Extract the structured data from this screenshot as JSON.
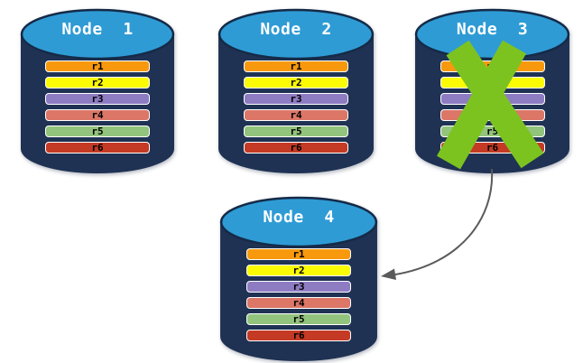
{
  "diagram": {
    "description": "Replicated database nodes; failed node data transferred to new node",
    "nodes": [
      {
        "title": "Node  1",
        "failed": false
      },
      {
        "title": "Node  2",
        "failed": false
      },
      {
        "title": "Node  3",
        "failed": true
      },
      {
        "title": "Node  4",
        "failed": false
      }
    ],
    "replica_set": [
      {
        "label": "r1",
        "color": "#F8990D"
      },
      {
        "label": "r2",
        "color": "#FBFB04"
      },
      {
        "label": "r3",
        "color": "#8E7CC3"
      },
      {
        "label": "r4",
        "color": "#DC7667"
      },
      {
        "label": "r5",
        "color": "#93C47D"
      },
      {
        "label": "r6",
        "color": "#C43A24"
      }
    ],
    "annotations": {
      "failure_marker": "X over Node 3",
      "arrow": {
        "from": "Node 3",
        "to": "Node 4"
      }
    },
    "colors": {
      "cylinder_body": "#1F3253",
      "cylinder_top": "#2E9BD5",
      "cylinder_outline": "#152A47",
      "title_text": "#FFFFFF",
      "replica_text": "#000000",
      "bar_border": "#FFFFFF",
      "failure_x": "#7CC320",
      "arrow": "#5A5A5A",
      "background": "#FFFFFF"
    }
  }
}
